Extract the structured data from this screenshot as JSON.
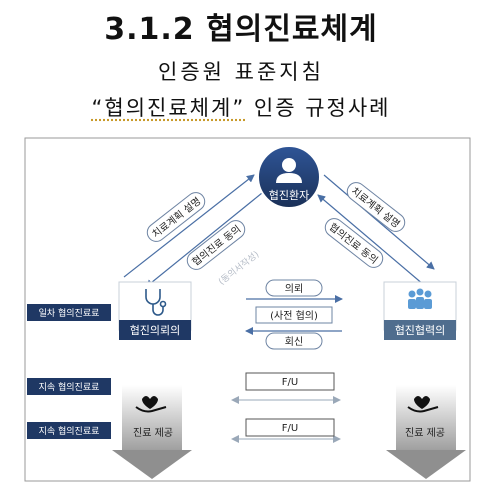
{
  "title": "3.1.2  협의진료체계",
  "subtitle1": "인증원  표준지침",
  "subtitle2": {
    "quoted": "“협의진료체계”",
    "rest": "  인증  규정사례"
  },
  "diagram": {
    "center_label": "협진환자",
    "left_arrow_labels": [
      "치료계획 설명",
      "협의진료 동의"
    ],
    "left_faded_label": "(동의서작성)",
    "right_arrow_labels": [
      "치료계획 설명",
      "협의진료 동의"
    ],
    "left_node_label": "협진의뢰의",
    "right_node_label": "협진협력의",
    "row_labels": [
      "일차 협의진료료",
      "지속 협의진료료",
      "지속 협의진료료"
    ],
    "middle_flow": [
      "의뢰",
      "(사전 협의)",
      "회신"
    ],
    "fu_labels": [
      "F/U",
      "F/U"
    ],
    "care_labels": [
      "진료 제공",
      "진료 제공"
    ],
    "colors": {
      "navy": "#1f3864",
      "steel": "#4f6d8e",
      "light_blue": "#8db3e2"
    }
  }
}
